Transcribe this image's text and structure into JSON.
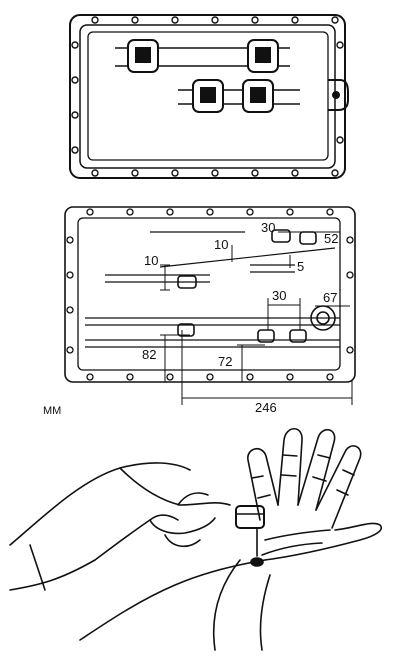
{
  "dimensions": {
    "d10_left": "10",
    "d10_right": "10",
    "d30_top": "30",
    "d52": "52",
    "d5": "5",
    "d30_mid": "30",
    "d67": "67",
    "d82": "82",
    "d72": "72",
    "d246": "246"
  },
  "units_label": "MM",
  "colors": {
    "ink": "#111111",
    "paper": "#ffffff"
  },
  "icons": {
    "top_figure": "gasket-with-filter-magnets",
    "middle_figure": "pan-with-dimensioned-magnet-positions",
    "bottom_figure": "hands-placing-magnet"
  }
}
